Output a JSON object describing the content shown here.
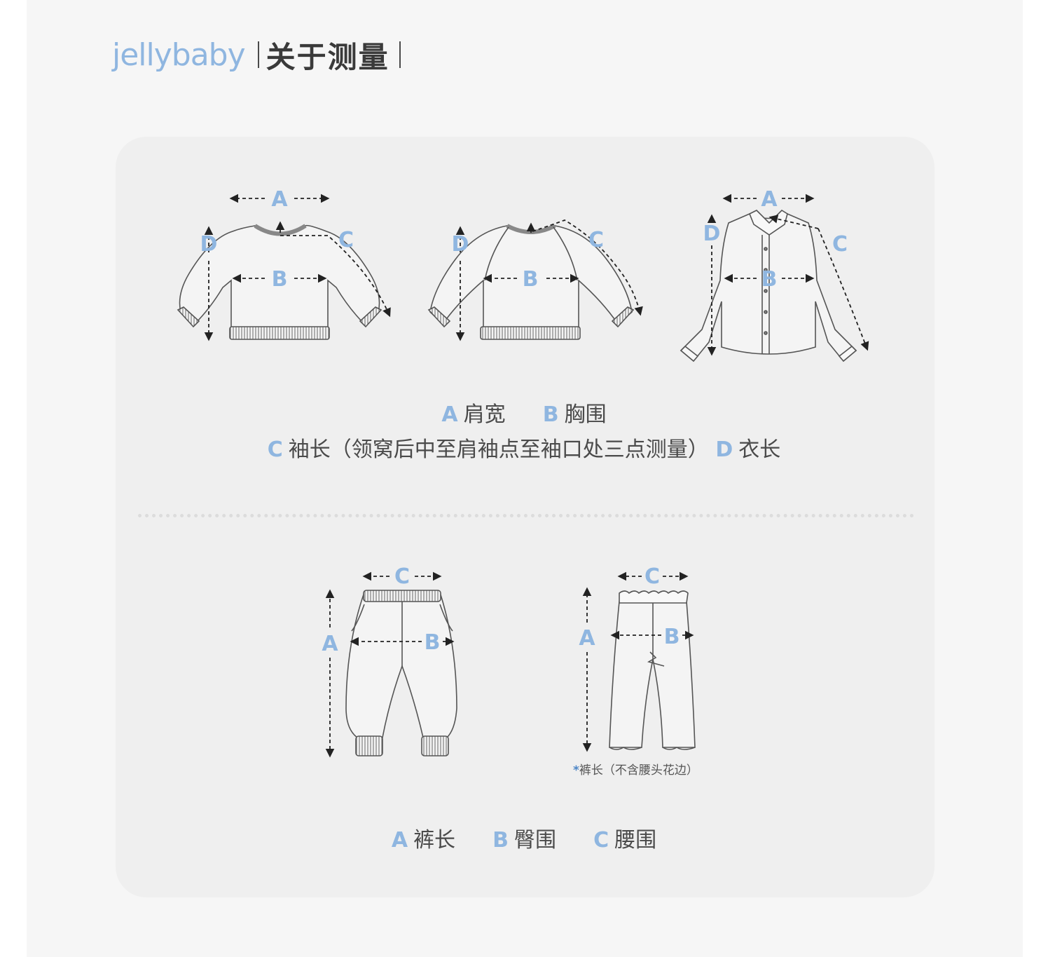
{
  "header": {
    "brand": "jellybaby",
    "title": "关于测量"
  },
  "colors": {
    "accent": "#8fb6e0",
    "text": "#4a4a4a",
    "card": "#efefef",
    "page": "#f6f6f6"
  },
  "figure_labels": {
    "a": "A",
    "b": "B",
    "c": "C",
    "d": "D"
  },
  "tops_legend": {
    "line1": [
      {
        "key": "A",
        "text": "肩宽"
      },
      {
        "key": "B",
        "text": "胸围"
      }
    ],
    "line2": [
      {
        "key": "C",
        "text": "袖长（领窝后中至肩袖点至袖口处三点测量）"
      },
      {
        "key": "D",
        "text": "衣长"
      }
    ]
  },
  "pants_note": {
    "star": "*",
    "text": "裤长（不含腰头花边）"
  },
  "pants_legend": [
    {
      "key": "A",
      "text": "裤长"
    },
    {
      "key": "B",
      "text": "臀围"
    },
    {
      "key": "C",
      "text": "腰围"
    }
  ]
}
